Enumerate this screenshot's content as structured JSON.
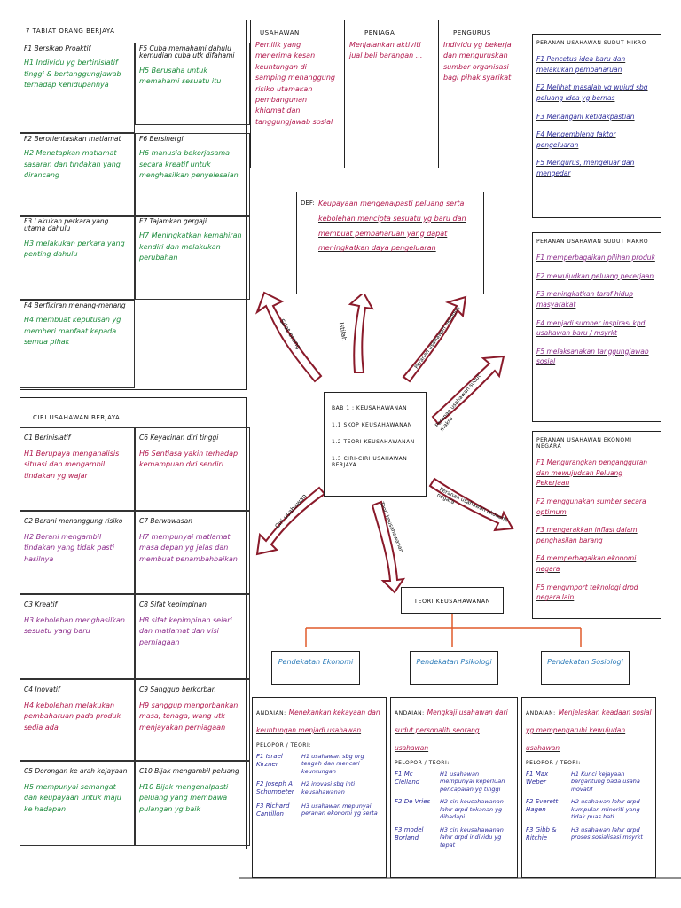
{
  "left_top": {
    "title": "7 Tabiat Orang Berjaya",
    "cells": [
      {
        "title": "F1 Bersikap Proaktif",
        "text": "H1 Individu yg bertinisiatif tinggi & bertanggungjawab terhadap kehidupannya"
      },
      {
        "title": "F5 Cuba memahami dahulu kemudian cuba utk difahami",
        "text": "H5 Berusaha untuk memahami sesuatu itu"
      },
      {
        "title": "F2 Berorientasikan matlamat",
        "text": "H2 Menetapkan matlamat sasaran dan tindakan yang dirancang"
      },
      {
        "title": "F6 Bersinergi",
        "text": "H6 manusia bekerjasama secara kreatif untuk menghasilkan penyelesaian"
      },
      {
        "title": "F3 Lakukan perkara yang utama dahulu",
        "text": "H3 melakukan perkara yang penting dahulu"
      },
      {
        "title": "F7 Tajamkan gergaji",
        "text": "H7 Meningkatkan kemahiran kendiri dan melakukan perubahan"
      },
      {
        "title": "F4 Berfikiran menang-menang",
        "text": "H4 membuat keputusan yg memberi manfaat kepada semua pihak"
      }
    ]
  },
  "left_bottom": {
    "title": "Ciri Usahawan Berjaya",
    "cells": [
      {
        "title": "C1 Berinisiatif",
        "text": "H1 Berupaya menganalisis situasi dan mengambil tindakan yg wajar"
      },
      {
        "title": "C6 Keyakinan diri tinggi",
        "text": "H6 Sentiasa yakin terhadap kemampuan diri sendiri"
      },
      {
        "title": "C2 Berani menanggung risiko",
        "text": "H2 Berani mengambil tindakan yang tidak pasti hasilnya"
      },
      {
        "title": "C7 Berwawasan",
        "text": "H7 mempunyai matlamat masa depan yg jelas dan membuat penambahbaikan"
      },
      {
        "title": "C3 Kreatif",
        "text": "H3 kebolehan menghasilkan sesuatu yang baru"
      },
      {
        "title": "C8 Sifat kepimpinan",
        "text": "H8 sifat kepimpinan seiari dan matlamat dan visi perniagaan"
      },
      {
        "title": "C4 Inovatif",
        "text": "H4 kebolehan melakukan pembaharuan pada produk sedia ada"
      },
      {
        "title": "C9 Sanggup berkorban",
        "text": "H9 sanggup mengorbankan masa, tenaga, wang utk menjayakan perniagaan"
      },
      {
        "title": "C5 Dorongan ke arah kejayaan",
        "text": "H5 mempunyai semangat dan keupayaan untuk maju ke hadapan"
      },
      {
        "title": "C10 Bijak mengambil peluang",
        "text": "H10 Bijak mengenalpasti peluang yang membawa pulangan yg baik"
      }
    ]
  },
  "top_boxes": [
    {
      "title": "Usahawan",
      "text": "Pemilik yang menerima kesan keuntungan di samping menanggung risiko utamakan pembangunan khidmat dan tanggungjawab sosial"
    },
    {
      "title": "Peniaga",
      "text": "Menjalankan aktiviti jual beli barangan ..."
    },
    {
      "title": "Pengurus",
      "text": "Individu yg bekerja dan menguruskan sumber organisasi bagi pihak syarikat"
    }
  ],
  "def": {
    "label": "DEF:",
    "text": "Keupayaan mengenalpasti peluang serta kebolehan mencipta sesuatu yg baru dan membuat pembaharuan yang dapat meningkatkan daya pengeluaran"
  },
  "center": {
    "lines": [
      "BAB 1 : KEUSAHAWANAN",
      "1.1 SKOP KEUSAHAWANAN",
      "1.2 TEORI KEUSAHAWANAN",
      "1.3 CIRI-CIRI USAHAWAN BERJAYA"
    ]
  },
  "arrow_labels": [
    "Sifat orang",
    "Istilah",
    "Peranan usahawan ekonomi",
    "Peranan usahawan sudut makro",
    "Peranan usahawan ekonomi negara",
    "Teori keusahawanan",
    "Ciri usahawan"
  ],
  "right_micro": {
    "title": "Peranan Usahawan Sudut Mikro",
    "items": [
      "F1 Pencetus idea baru dan melakukan pembaharuan",
      "F2 Melihat masalah yg wujud sbg peluang idea yg bernas",
      "F3 Menangani ketidakpastian",
      "F4 Mengembleng faktor pengeluaran",
      "F5 Mengurus, mengeluar dan mengedar"
    ]
  },
  "right_makro": {
    "title": "Peranan Usahawan Sudut Makro",
    "items": [
      "F1 memperbagaikan pilihan produk",
      "F2 mewujudkan peluang pekerjaan",
      "F3 meningkatkan taraf hidup masyarakat",
      "F4 menjadi sumber inspirasi kpd usahawan baru / msyrkt",
      "F5 melaksanakan tanggungjawab sosial"
    ]
  },
  "right_negara": {
    "title": "Peranan Usahawan Ekonomi Negara",
    "items": [
      "F1 Mengurangkan pengangguran dan mewujudkan Peluang Pekerjaan",
      "F2 menggunakan sumber secara optimum",
      "F3 mengerakkan inflasi dalam penghasilan barang",
      "F4 memperbagaikan ekonomi negara",
      "F5 mengimport teknologi drpd negara lain"
    ]
  },
  "teori": {
    "title": "Teori Keusahawanan",
    "approaches": [
      {
        "name": "Pendekatan Ekonomi",
        "andaian": "Menekankan kekayaan dan keuntungan menjadi usahawan",
        "pelopor": [
          {
            "name": "F1 Israel Kirzner",
            "text": "H1 usahawan sbg org tengah dan mencari keuntungan"
          },
          {
            "name": "F2 Joseph A Schumpeter",
            "text": "H2 inovasi sbg inti keusahawanan"
          },
          {
            "name": "F3 Richard Cantillon",
            "text": "H3 usahawan mepunyai peranan ekonomi yg serta"
          }
        ]
      },
      {
        "name": "Pendekatan Psikologi",
        "andaian": "Mengkaji usahawan dari sudut personaliti seorang usahawan",
        "pelopor": [
          {
            "name": "F1 Mc Clelland",
            "text": "H1 usahawan mempunyai keperluan pencapaian yg tinggi"
          },
          {
            "name": "F2 De Vries",
            "text": "H2 ciri keusahawanan lahir drpd tekanan yg dihadapi"
          },
          {
            "name": "F3 model Borland",
            "text": "H3 ciri keusahawanan lahir drpd individu yg tepat"
          }
        ]
      },
      {
        "name": "Pendekatan Sosiologi",
        "andaian": "Menjelaskan keadaan sosial yg mempengaruhi kewujudan usahawan",
        "pelopor": [
          {
            "name": "F1 Max Weber",
            "text": "H1 Kunci kejayaan bergantung pada usaha inovatif"
          },
          {
            "name": "F2 Everett Hagen",
            "text": "H2 usahawan lahir drpd kumpulan minoriti yang tidak puas hati"
          },
          {
            "name": "F3 Gibb & Ritchie",
            "text": "H3 usahawan lahir drpd proses sosialisasi msyrkt"
          }
        ]
      }
    ],
    "andaian_label": "Andaian:",
    "pelopor_label": "Pelopor / Teori:"
  }
}
